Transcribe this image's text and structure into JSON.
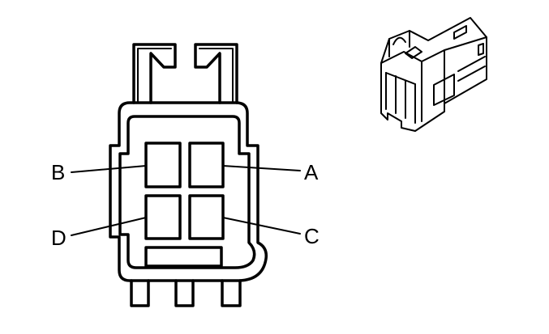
{
  "diagram": {
    "pins": [
      {
        "id": "A",
        "label": "A"
      },
      {
        "id": "B",
        "label": "B"
      },
      {
        "id": "C",
        "label": "C"
      },
      {
        "id": "D",
        "label": "D"
      }
    ]
  }
}
